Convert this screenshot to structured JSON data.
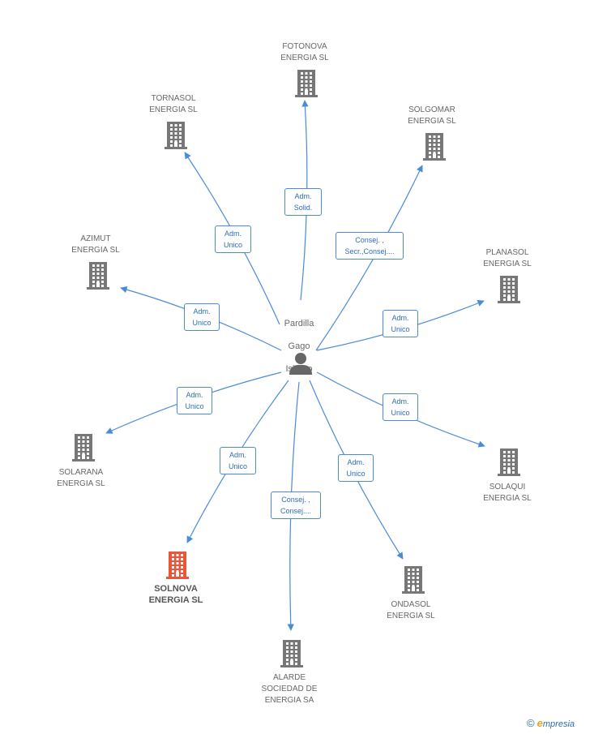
{
  "center": {
    "name_lines": [
      "Pardilla",
      "Gago",
      "Isidoro"
    ],
    "icon": "person-icon"
  },
  "companies": [
    {
      "id": "fotonova",
      "label": "FOTONOVA\nENERGIA SL",
      "icon": "building-icon"
    },
    {
      "id": "tornasol",
      "label": "TORNASOL\nENERGIA SL",
      "icon": "building-icon"
    },
    {
      "id": "solgomar",
      "label": "SOLGOMAR\nENERGIA SL",
      "icon": "building-icon"
    },
    {
      "id": "azimut",
      "label": "AZIMUT\nENERGIA SL",
      "icon": "building-icon"
    },
    {
      "id": "planasol",
      "label": "PLANASOL\nENERGIA SL",
      "icon": "building-icon"
    },
    {
      "id": "solarana",
      "label": "SOLARANA\nENERGIA SL",
      "icon": "building-icon"
    },
    {
      "id": "solaqui",
      "label": "SOLAQUI\nENERGIA SL",
      "icon": "building-icon"
    },
    {
      "id": "solnova",
      "label": "SOLNOVA\nENERGIA SL",
      "icon": "building-icon",
      "highlight": true
    },
    {
      "id": "ondasol",
      "label": "ONDASOL\nENERGIA SL",
      "icon": "building-icon"
    },
    {
      "id": "alarde",
      "label": "ALARDE\nSOCIEDAD DE\nENERGIA SA",
      "icon": "building-icon"
    }
  ],
  "edges": [
    {
      "to": "fotonova",
      "label_lines": [
        "Adm.",
        "Solid."
      ]
    },
    {
      "to": "tornasol",
      "label_lines": [
        "Adm.",
        "Unico"
      ]
    },
    {
      "to": "solgomar",
      "label_lines": [
        "Consej. ,",
        "Secr.,Consej...."
      ]
    },
    {
      "to": "azimut",
      "label_lines": [
        "Adm.",
        "Unico"
      ]
    },
    {
      "to": "planasol",
      "label_lines": [
        "Adm.",
        "Unico"
      ]
    },
    {
      "to": "solarana",
      "label_lines": [
        "Adm.",
        "Unico"
      ]
    },
    {
      "to": "solaqui",
      "label_lines": [
        "Adm.",
        "Unico"
      ]
    },
    {
      "to": "solnova",
      "label_lines": [
        "Adm.",
        "Unico"
      ]
    },
    {
      "to": "ondasol",
      "label_lines": [
        "Adm.",
        "Unico"
      ]
    },
    {
      "to": "alarde",
      "label_lines": [
        "Consej. ,",
        "Consej...."
      ]
    }
  ],
  "colors": {
    "edge": "#4a8bd8",
    "building": "#777777",
    "building_highlight": "#e8573a",
    "person": "#666666"
  },
  "footer": {
    "copyright": "©",
    "brand_initial": "e",
    "brand_rest": "mpresia"
  }
}
